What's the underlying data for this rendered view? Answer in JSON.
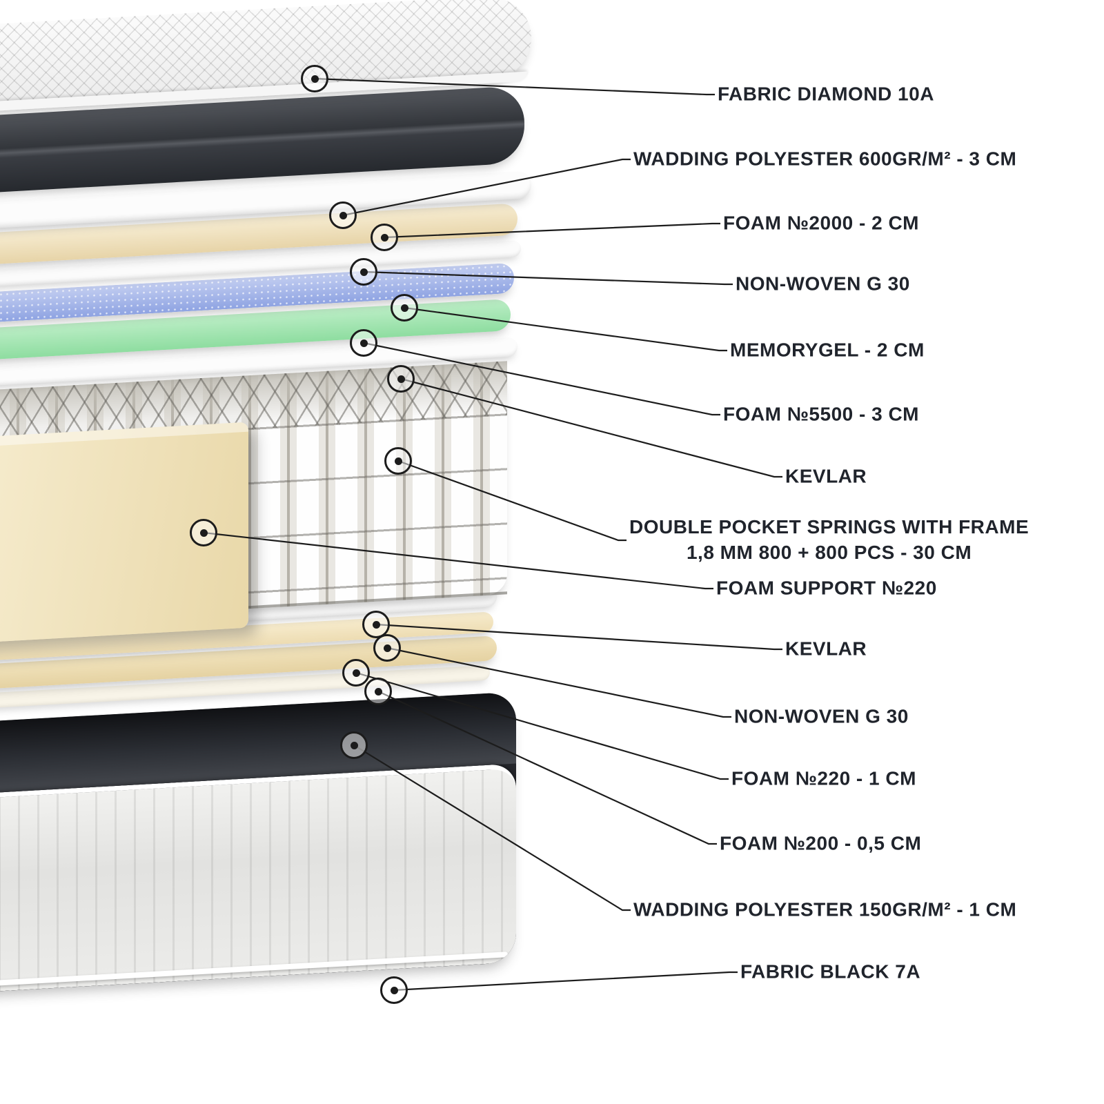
{
  "diagram": {
    "callouts": [
      {
        "label": "FABRIC DIAMOND 10A"
      },
      {
        "label": "WADDING POLYESTER 600GR/M² - 3 CM"
      },
      {
        "label": "FOAM №2000 - 2 CM"
      },
      {
        "label": "NON-WOVEN G 30"
      },
      {
        "label": "MEMORYGEL - 2 CM"
      },
      {
        "label": "FOAM №5500 - 3 CM"
      },
      {
        "label": "KEVLAR"
      },
      {
        "label": "DOUBLE POCKET SPRINGS WITH FRAME",
        "label2": "1,8 MM 800 + 800 PCS - 30 CM"
      },
      {
        "label": "FOAM SUPPORT №220"
      },
      {
        "label": "KEVLAR"
      },
      {
        "label": "NON-WOVEN G 30"
      },
      {
        "label": "FOAM №220 - 1 CM"
      },
      {
        "label": "FOAM №200 - 0,5 CM"
      },
      {
        "label": "WADDING POLYESTER 150GR/M² - 1 CM"
      },
      {
        "label": "FABRIC BLACK 7A"
      }
    ]
  },
  "colors": {
    "text": "#20242c",
    "line": "#1c1c1c",
    "memorygel_blue": "#8ea3e2",
    "foam_green": "#8edda0",
    "foam_cream": "#e7d4a8",
    "foam_support": "#e9d8a9",
    "base_dark": "#24262b",
    "base_light": "#e2e2e0"
  }
}
